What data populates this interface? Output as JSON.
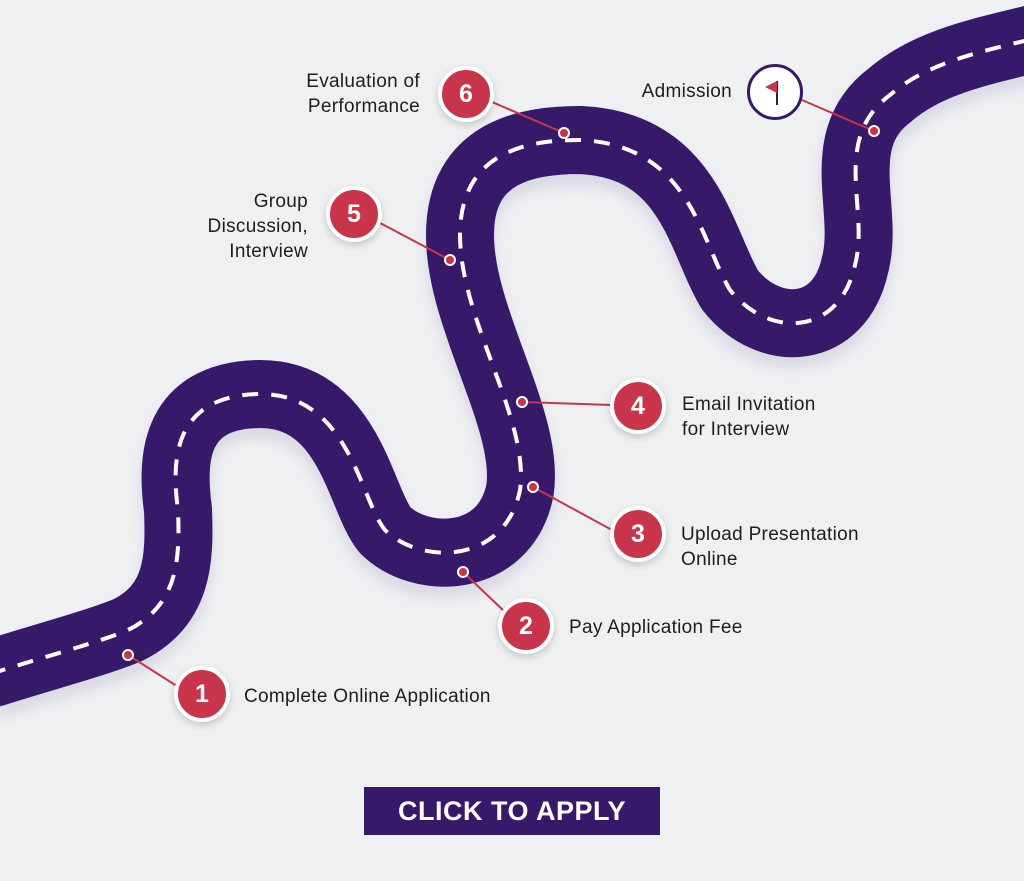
{
  "colors": {
    "road": "#361a69",
    "badge": "#c8344a",
    "connector": "#c8344a",
    "background": "#eff0f2",
    "cta_background": "#361a69",
    "flag": "#c8344a"
  },
  "steps": [
    {
      "number": "1",
      "lines": [
        "Complete Online Application"
      ]
    },
    {
      "number": "2",
      "lines": [
        "Pay Application Fee"
      ]
    },
    {
      "number": "3",
      "lines": [
        "Upload Presentation",
        "Online"
      ]
    },
    {
      "number": "4",
      "lines": [
        "Email Invitation",
        "for Interview"
      ]
    },
    {
      "number": "5",
      "lines": [
        "Group",
        "Discussion,",
        "Interview"
      ]
    },
    {
      "number": "6",
      "lines": [
        "Evaluation of",
        "Performance"
      ]
    }
  ],
  "finish": {
    "icon": "flag-icon",
    "lines": [
      "Admission"
    ]
  },
  "cta": {
    "label": "CLICK TO APPLY"
  }
}
